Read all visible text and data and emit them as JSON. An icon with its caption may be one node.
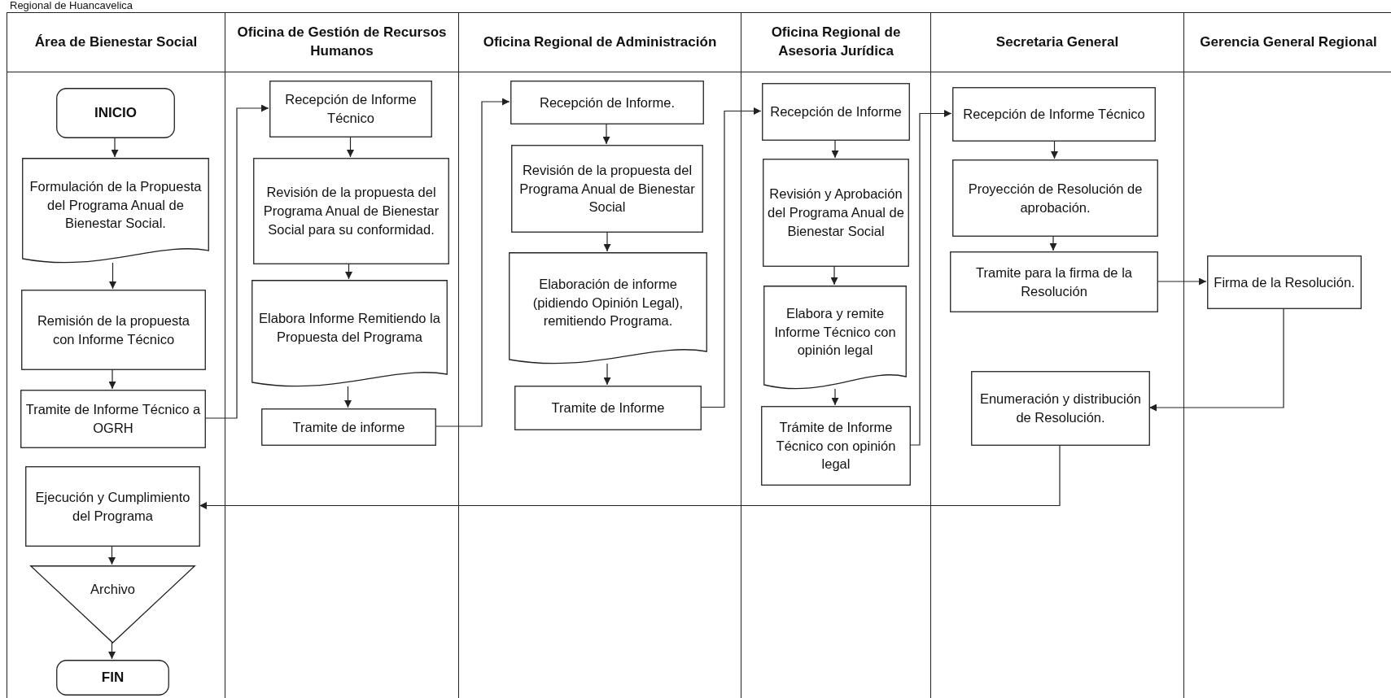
{
  "diagram": {
    "nodes": [
      {
        "text": [
          "Área de Bienestar Social"
        ]
      },
      {
        "text": [
          "Oficina de Gestión de Recursos Humanos"
        ]
      },
      {
        "text": [
          "Oficina Regional de Administración"
        ]
      },
      {
        "text": [
          "Oficina Regional de Asesoria Jurídica"
        ]
      },
      {
        "text": [
          "Secretaria General"
        ]
      },
      {
        "text": [
          "Gerencia General Regional"
        ]
      },
      {
        "text": [
          "INICIO"
        ],
        "in": 0
      },
      {
        "text": [
          "Formulación de la Propuesta del Programa Anual de Bienestar Social."
        ],
        "in": 0
      },
      {
        "text": [
          "Remisión de la propuesta con Informe Técnico"
        ],
        "in": 0
      },
      {
        "text": [
          "Tramite de Informe Técnico a OGRH"
        ],
        "in": 0
      },
      {
        "text": [
          "Ejecución y Cumplimiento del Programa"
        ],
        "in": 0
      },
      {
        "text": [
          "Archivo"
        ],
        "in": 0
      },
      {
        "text": [
          "FIN"
        ],
        "in": 0
      },
      {
        "text": [
          "Recepción de Informe Técnico"
        ],
        "in": 1
      },
      {
        "text": [
          "Revisión de la propuesta del Programa Anual de Bienestar Social para su conformidad."
        ],
        "in": 1
      },
      {
        "text": [
          "Elabora Informe Remitiendo la Propuesta del Programa"
        ],
        "in": 1
      },
      {
        "text": [
          "Tramite de informe"
        ],
        "in": 1
      },
      {
        "text": [
          "Recepción de Informe."
        ],
        "in": 2
      },
      {
        "text": [
          "Revisión de la propuesta del Programa Anual de Bienestar Social"
        ],
        "in": 2
      },
      {
        "text": [
          "Elaboración de informe (pidiendo Opinión Legal), remitiendo Programa."
        ],
        "in": 2
      },
      {
        "text": [
          "Tramite de Informe"
        ],
        "in": 2
      },
      {
        "text": [
          "Recepción de Informe"
        ],
        "in": 3
      },
      {
        "text": [
          "Revisión y Aprobación del Programa Anual de Bienestar Social"
        ],
        "in": 3
      },
      {
        "text": [
          "Elabora y remite Informe Técnico con opinión legal"
        ],
        "in": 3
      },
      {
        "text": [
          "Trámite de Informe Técnico con opinión legal"
        ],
        "in": 3
      },
      {
        "text": [
          "Recepción de Informe Técnico"
        ],
        "in": 4
      },
      {
        "text": [
          "Proyección de Resolución de aprobación."
        ],
        "in": 4
      },
      {
        "text": [
          "Tramite para la firma de la Resolución"
        ],
        "in": 4
      },
      {
        "text": [
          "Enumeración y distribución de Resolución."
        ],
        "in": 4
      },
      {
        "text": [
          "Firma de la Resolución."
        ],
        "in": 5
      }
    ],
    "edges": [
      {
        "from": 6,
        "to": 7,
        "arrow": "to"
      },
      {
        "from": 7,
        "to": 8,
        "arrow": "to"
      },
      {
        "from": 8,
        "to": 9,
        "arrow": "to"
      },
      {
        "from": 9,
        "to": 13,
        "arrow": "to"
      },
      {
        "from": 13,
        "to": 14,
        "arrow": "to"
      },
      {
        "from": 14,
        "to": 15,
        "arrow": "to"
      },
      {
        "from": 15,
        "to": 16,
        "arrow": "to"
      },
      {
        "from": 16,
        "to": 17,
        "arrow": "to"
      },
      {
        "from": 17,
        "to": 18,
        "arrow": "to"
      },
      {
        "from": 18,
        "to": 19,
        "arrow": "to"
      },
      {
        "from": 19,
        "to": 20,
        "arrow": "to"
      },
      {
        "from": 20,
        "to": 21,
        "arrow": "to"
      },
      {
        "from": 21,
        "to": 22,
        "arrow": "to"
      },
      {
        "from": 22,
        "to": 23,
        "arrow": "to"
      },
      {
        "from": 23,
        "to": 24,
        "arrow": "to"
      },
      {
        "from": 24,
        "to": 25,
        "arrow": "to"
      },
      {
        "from": 25,
        "to": 26,
        "arrow": "to"
      },
      {
        "from": 26,
        "to": 27,
        "arrow": "to"
      },
      {
        "from": 27,
        "to": 29,
        "arrow": "to"
      },
      {
        "from": 29,
        "to": 28,
        "arrow": "to"
      },
      {
        "from": 28,
        "to": 10,
        "arrow": "to"
      },
      {
        "from": 10,
        "to": 11,
        "arrow": "to"
      },
      {
        "from": 11,
        "to": 12,
        "arrow": "to"
      }
    ],
    "labels": [
      "Regional de Huancavelica"
    ]
  }
}
